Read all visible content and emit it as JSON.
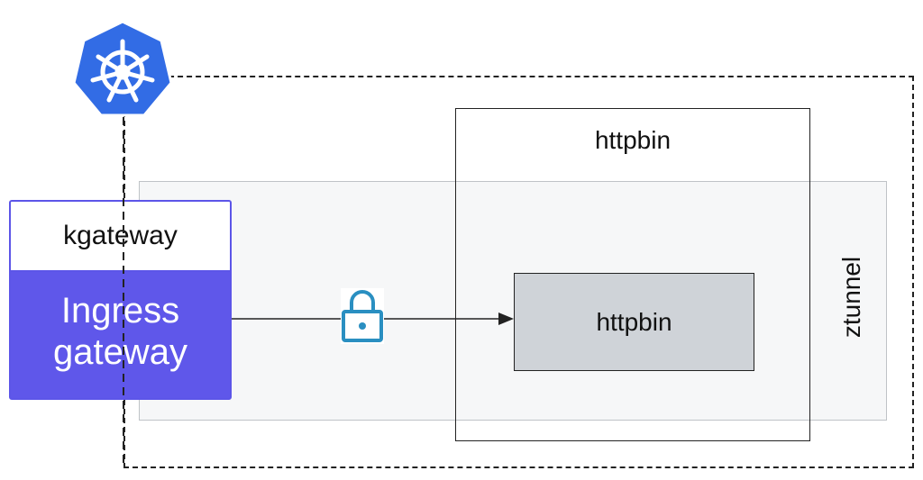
{
  "gateway": {
    "title": "kgateway",
    "subtitle": "Ingress\ngateway"
  },
  "namespace": {
    "label": "httpbin"
  },
  "pod": {
    "label": "httpbin"
  },
  "ztunnel": {
    "label": "ztunnel"
  },
  "icons": {
    "cluster": "kubernetes-logo-icon",
    "security": "lock-icon"
  },
  "colors": {
    "gateway": "#5f57ea",
    "kubernetes": "#326ce5",
    "lock": "#2a8fc1",
    "pod": "#cfd3d8",
    "ztunnel_band": "#f6f7f8"
  }
}
